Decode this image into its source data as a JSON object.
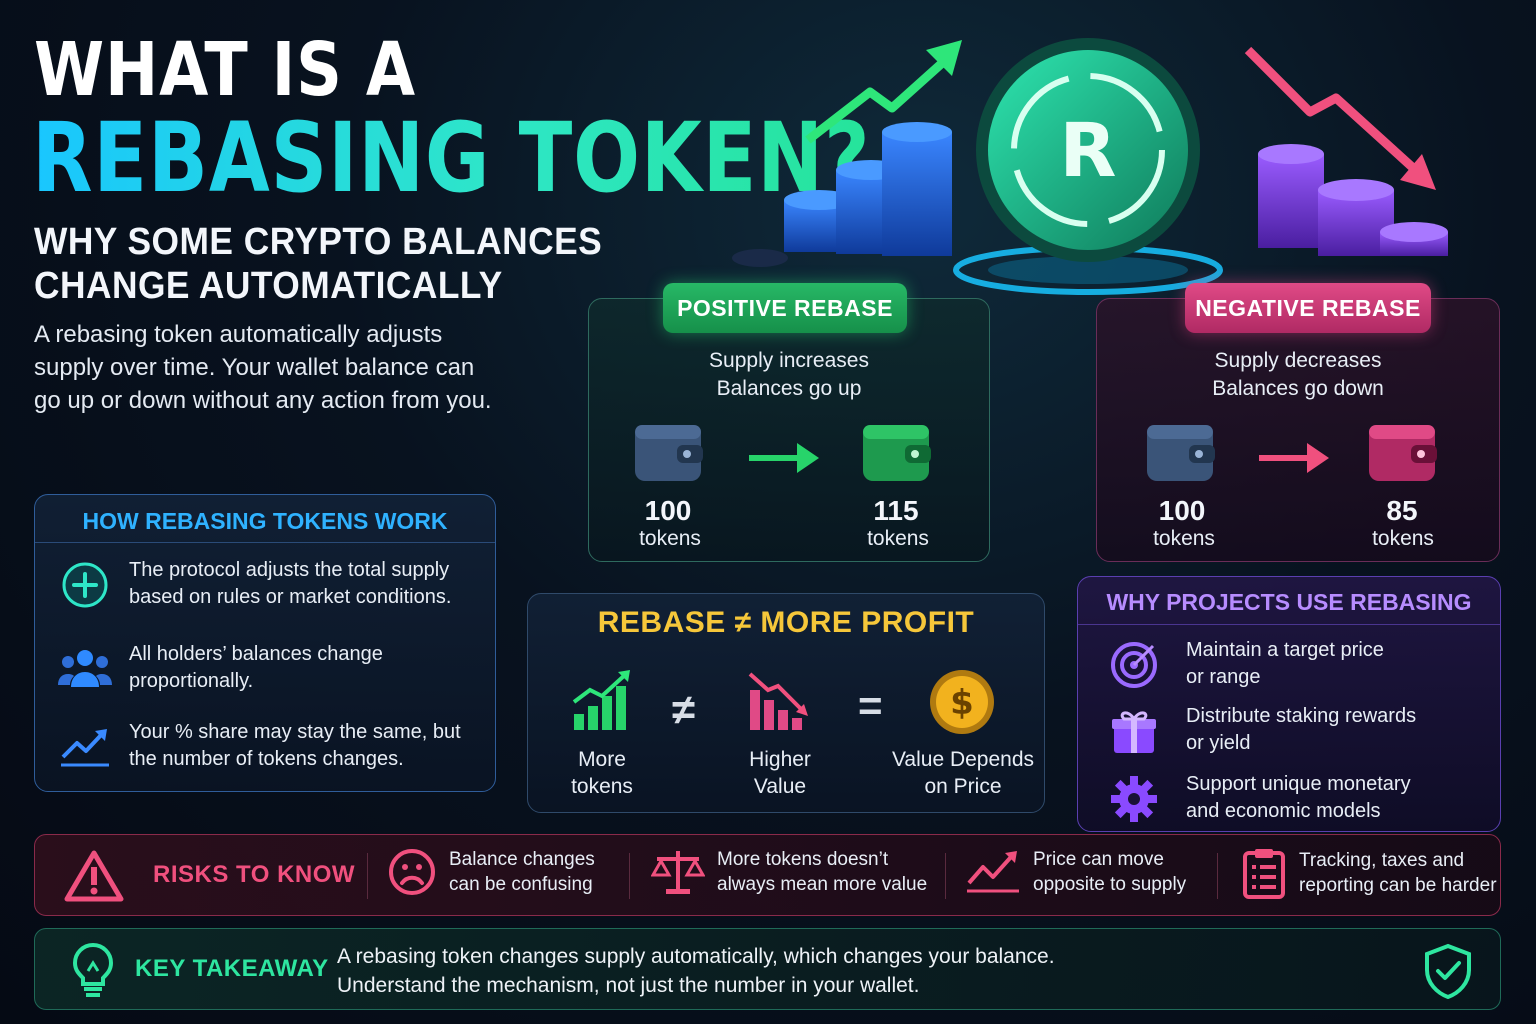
{
  "header": {
    "title_line1": "WHAT IS A",
    "title_line2": "REBASING TOKEN?",
    "subtitle_line1": "WHY SOME CRYPTO BALANCES",
    "subtitle_line2": "CHANGE AUTOMATICALLY",
    "intro": "A rebasing token automatically adjusts supply over time. Your wallet balance can go up or down without any action from you."
  },
  "hero": {
    "coin_letter": "R"
  },
  "how": {
    "title": "HOW REBASING TOKENS WORK",
    "items": [
      {
        "icon": "plus-circle-icon",
        "text": "The protocol adjusts the total supply based on rules or market conditions."
      },
      {
        "icon": "users-icon",
        "text": "All holders’ balances change proportionally."
      },
      {
        "icon": "trend-up-icon",
        "text": "Your % share may stay the same, but the number of tokens changes."
      }
    ]
  },
  "positive": {
    "label": "POSITIVE REBASE",
    "desc_line1": "Supply increases",
    "desc_line2": "Balances go up",
    "from_value": "100",
    "to_value": "115",
    "unit": "tokens"
  },
  "negative": {
    "label": "NEGATIVE REBASE",
    "desc_line1": "Supply decreases",
    "desc_line2": "Balances go down",
    "from_value": "100",
    "to_value": "85",
    "unit": "tokens"
  },
  "profit": {
    "title": "REBASE ≠ MORE PROFIT",
    "col1_line1": "More",
    "col1_line2": "tokens",
    "not_equal": "≠",
    "col2_line1": "Higher",
    "col2_line2": "Value",
    "equals": "=",
    "col3_line1": "Value Depends",
    "col3_line2": "on Price",
    "coin_symbol": "$"
  },
  "why": {
    "title": "WHY PROJECTS USE REBASING",
    "items": [
      {
        "icon": "target-icon",
        "line1": "Maintain a target price",
        "line2": "or range"
      },
      {
        "icon": "gift-icon",
        "line1": "Distribute staking rewards",
        "line2": "or yield"
      },
      {
        "icon": "gear-icon",
        "line1": "Support unique monetary",
        "line2": "and economic models"
      }
    ]
  },
  "risks": {
    "title": "RISKS TO KNOW",
    "items": [
      {
        "icon": "sad-face-icon",
        "line1": "Balance changes",
        "line2": "can be confusing"
      },
      {
        "icon": "scales-icon",
        "line1": "More tokens doesn’t",
        "line2": "always mean more value"
      },
      {
        "icon": "chart-icon",
        "line1": "Price can move",
        "line2": "opposite to supply"
      },
      {
        "icon": "clipboard-icon",
        "line1": "Tracking, taxes and",
        "line2": "reporting can be harder"
      }
    ]
  },
  "takeaway": {
    "title": "KEY TAKEAWAY",
    "line1": "A rebasing token changes supply automatically, which changes your balance.",
    "line2": "Understand the mechanism, not just the number in your wallet."
  },
  "colors": {
    "accent_cyan": "#19c6ff",
    "positive_green": "#27b866",
    "negative_pink": "#e04a86",
    "gold": "#f6c73a",
    "purple": "#b78cff"
  }
}
